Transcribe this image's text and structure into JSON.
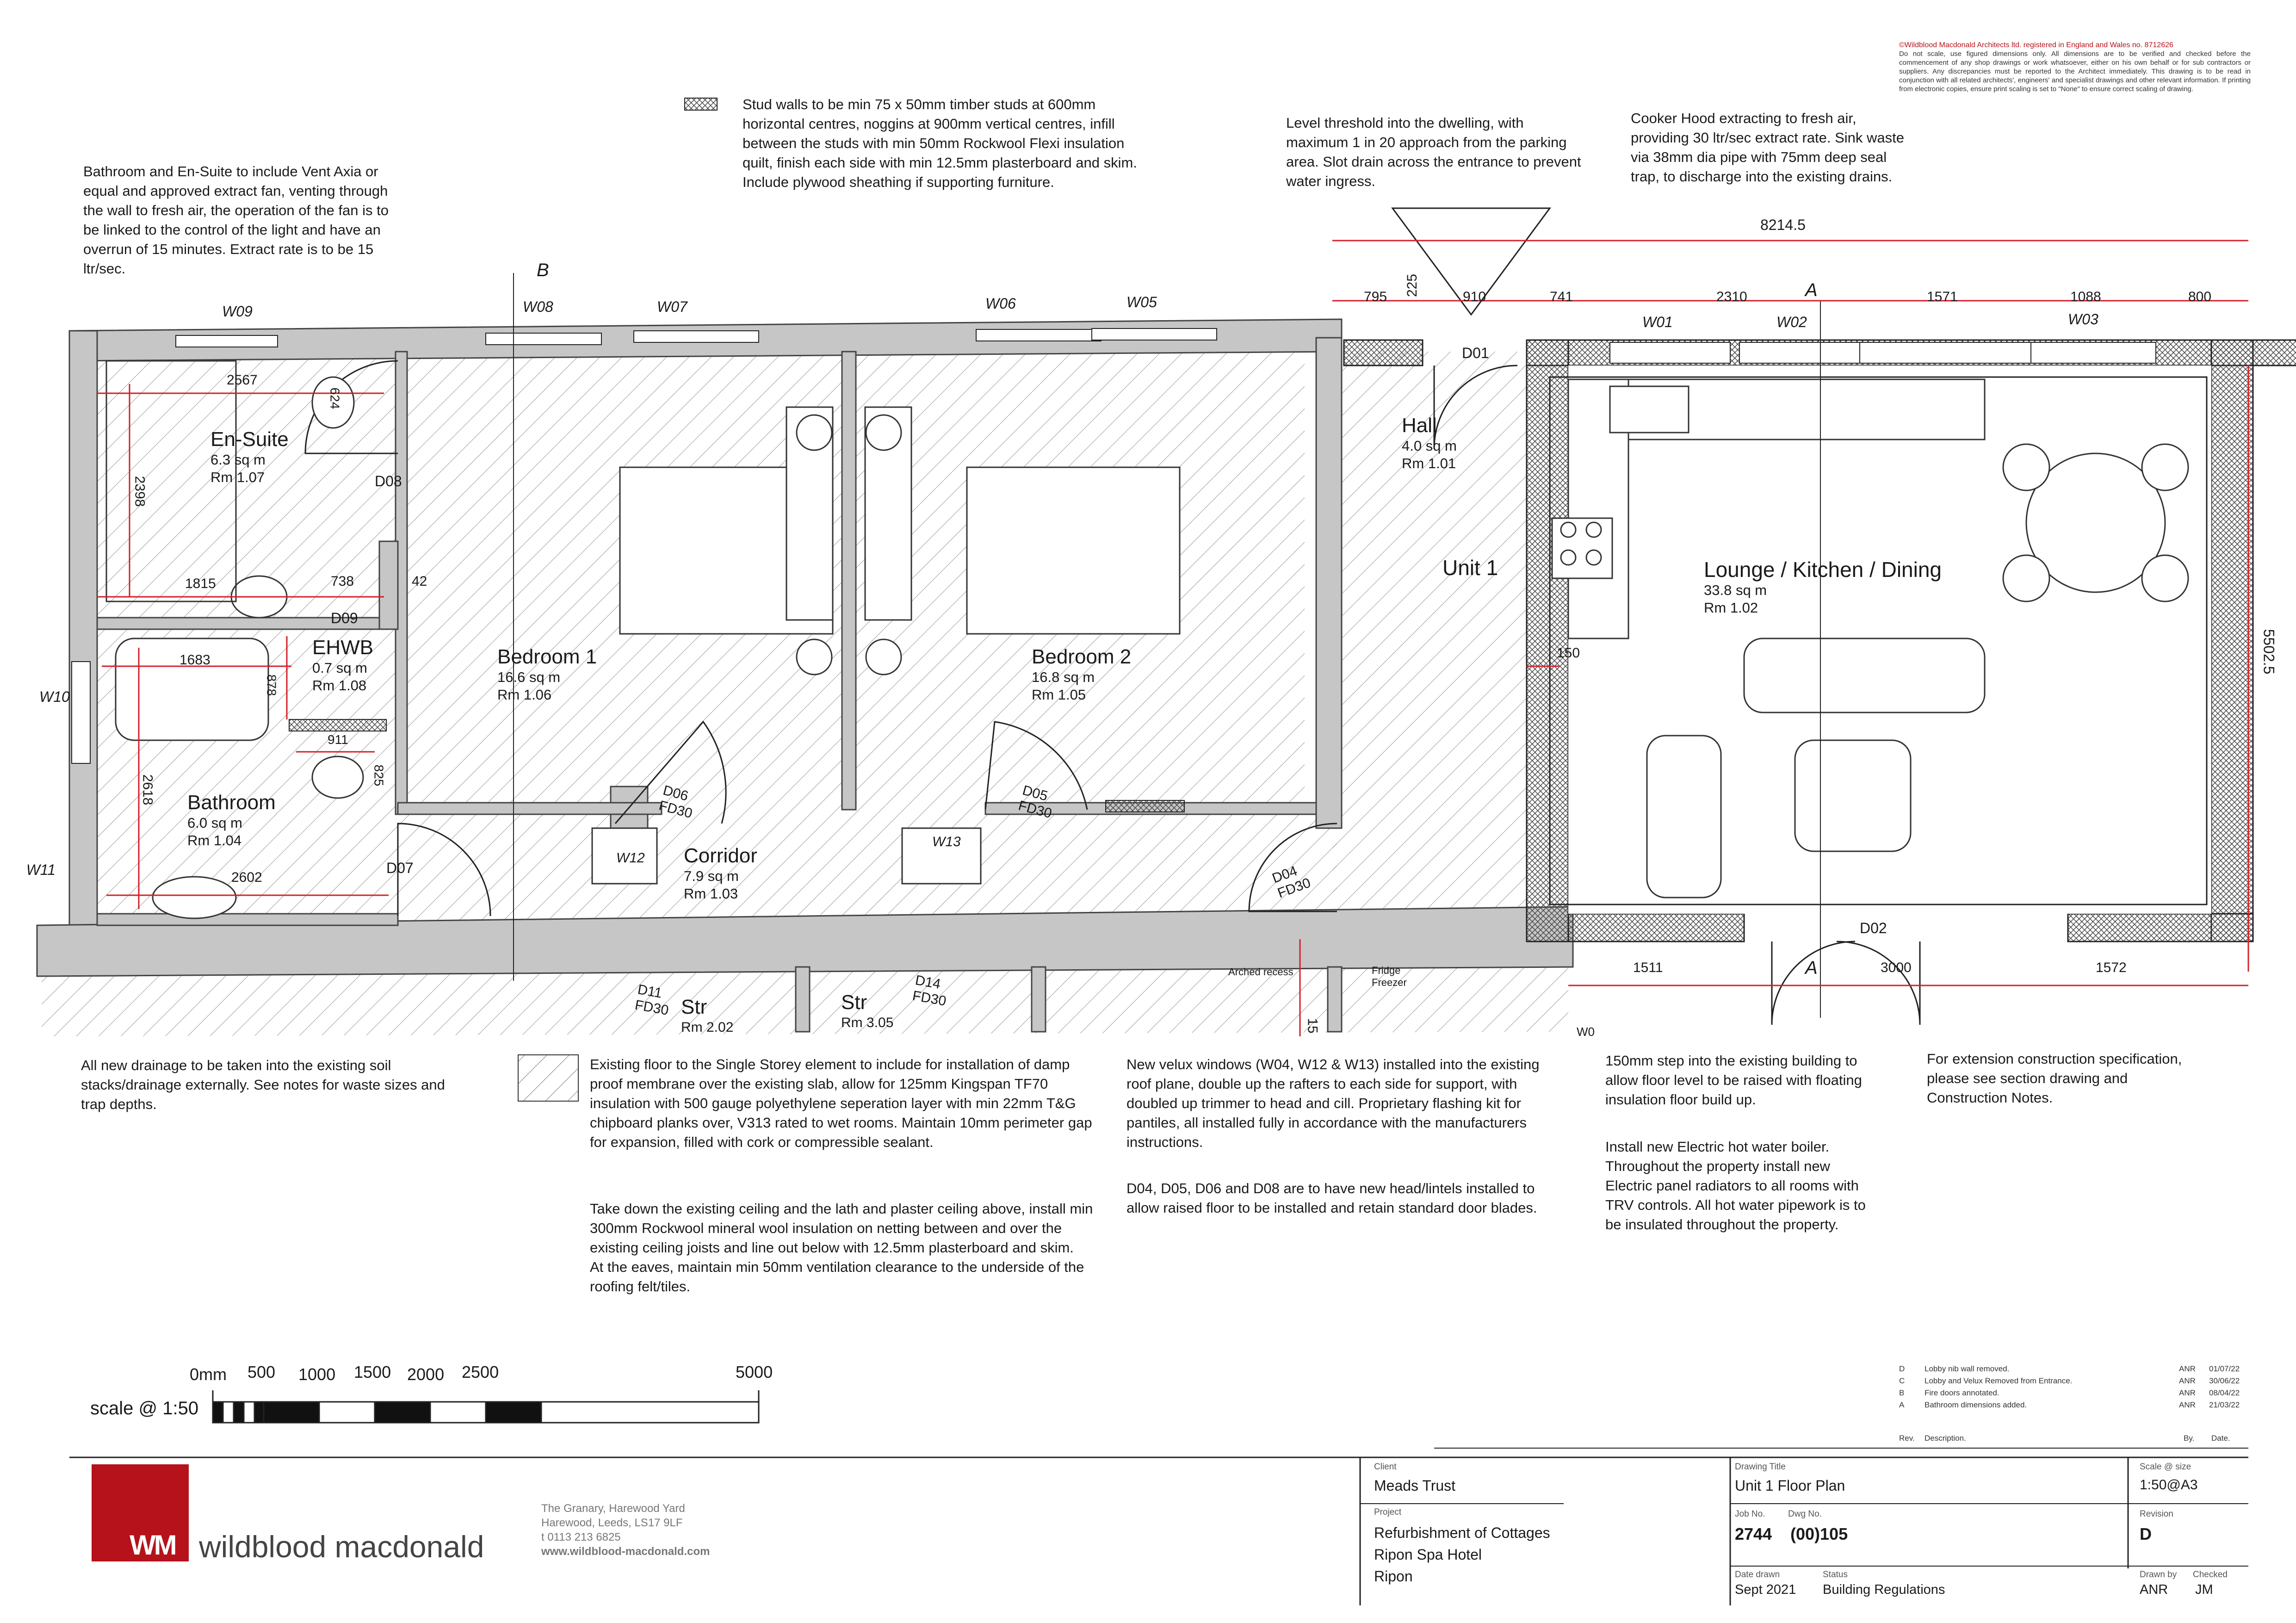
{
  "copyright": {
    "title": "©Wildblood Macdonald Architects ltd. registered in England and Wales no. 8712626",
    "body": "Do not scale, use figured dimensions only. All dimensions are to be verified and checked before the commencement of any shop drawings or work whatsoever, either on his own behalf or for sub contractors or suppliers. Any discrepancies must be reported to the Architect immediately. This drawing is to be read in conjunction with all related architects', engineers' and specialist drawings and other relevant information. If printing from electronic copies, ensure print scaling is set to \"None\" to ensure correct scaling of drawing."
  },
  "notes": {
    "bathroom_extract": "Bathroom and En-Suite to include Vent Axia or equal and approved extract fan, venting through the wall to fresh air, the operation of the fan is to be linked to the control of the light and have an overrun of 15 minutes. Extract rate is to be 15 ltr/sec.",
    "stud_walls": "Stud walls to be min 75 x 50mm timber studs at 600mm horizontal centres, noggins at 900mm vertical centres, infill between the studs with min 50mm Rockwool Flexi insulation quilt, finish each side with min 12.5mm plasterboard and skim.  Include plywood sheathing if supporting furniture.",
    "level_threshold": "Level threshold into the dwelling, with maximum 1 in 20 approach from the parking area.  Slot drain across the entrance to prevent water ingress.",
    "cooker_hood": "Cooker Hood extracting to fresh air, providing 30 ltr/sec extract rate. Sink waste via 38mm dia pipe with 75mm deep seal trap, to discharge into the existing drains.",
    "drainage": "All new drainage to be taken into the existing soil stacks/drainage externally. See notes for waste sizes and trap depths.",
    "floor": "Existing floor to the Single Storey element to include for installation of damp proof membrane over the existing slab, allow for 125mm Kingspan TF70 insulation with 500 gauge polyethylene seperation layer with min 22mm T&G chipboard planks over, V313 rated to wet rooms.  Maintain 10mm perimeter gap for expansion, filled with cork or compressible sealant.",
    "ceiling_1": "Take down the existing ceiling and the lath and plaster ceiling above, install min 300mm Rockwool mineral wool insulation on netting between and over the existing ceiling joists and line out below with 12.5mm plasterboard and skim.",
    "ceiling_2": "At the eaves, maintain min 50mm ventilation clearance to the underside of the roofing felt/tiles.",
    "velux": "New velux windows (W04, W12 & W13) installed into the existing roof plane, double up the rafters to each side for support, with doubled up trimmer to head and cill. Proprietary flashing kit for pantiles, all installed fully in accordance with the manufacturers instructions.",
    "doors": "D04, D05, D06 and D08 are to have new head/lintels installed to allow raised floor to be installed and retain standard door blades.",
    "step": "150mm step into the existing building to allow floor level to be raised with floating insulation floor build up.",
    "hot_water": "Install new Electric  hot water boiler. Throughout the property install new Electric panel radiators to all rooms with TRV controls. All hot water pipework is to be insulated throughout the property.",
    "extension": "For extension construction specification, please see section drawing and Construction Notes."
  },
  "rooms": [
    {
      "name": "En-Suite",
      "area": "6.3 sq m",
      "ref": "Rm 1.07"
    },
    {
      "name": "EHWB",
      "area": "0.7 sq m",
      "ref": "Rm 1.08"
    },
    {
      "name": "Bathroom",
      "area": "6.0 sq m",
      "ref": "Rm 1.04"
    },
    {
      "name": "Bedroom 1",
      "area": "16.6 sq m",
      "ref": "Rm 1.06"
    },
    {
      "name": "Bedroom 2",
      "area": "16.8 sq m",
      "ref": "Rm 1.05"
    },
    {
      "name": "Corridor",
      "area": "7.9 sq m",
      "ref": "Rm 1.03"
    },
    {
      "name": "Hall",
      "area": "4.0 sq m",
      "ref": "Rm 1.01"
    },
    {
      "name": "Lounge / Kitchen / Dining",
      "area": "33.8 sq m",
      "ref": "Rm 1.02"
    }
  ],
  "unit_label": "Unit 1",
  "store_labels": [
    {
      "name": "Str",
      "ref": "Rm 2.02"
    },
    {
      "name": "Str",
      "ref": "Rm 3.05"
    }
  ],
  "misc_labels": {
    "arched_recess": "Arched recess",
    "fridge_1": "Fridge",
    "fridge_2": "Freezer",
    "w_partial": "W0"
  },
  "windows": [
    "W09",
    "W08",
    "W07",
    "W06",
    "W05",
    "W01",
    "W02",
    "W03",
    "W10",
    "W11",
    "W12",
    "W13"
  ],
  "doors": {
    "d01": "D01",
    "d02": "D02",
    "d04": "D04",
    "d04fd": "FD30",
    "d05": "D05",
    "d05fd": "FD30",
    "d06": "D06",
    "d06fd": "FD30",
    "d07": "D07",
    "d08": "D08",
    "d09": "D09",
    "d11": "D11",
    "d11fd": "FD30",
    "d14": "D14",
    "d14fd": "FD30"
  },
  "sections": {
    "a_top": "A",
    "a_bottom": "A",
    "b": "B"
  },
  "dimensions": {
    "overall": "8214.5",
    "top": [
      "795",
      "910",
      "741",
      "2310",
      "1571",
      "1088",
      "800"
    ],
    "dim_225": "225",
    "bottom": [
      "1511",
      "3000",
      "1572"
    ],
    "right": "5502.5",
    "dim_150": "150",
    "dim_15": "15",
    "ensuite": [
      "2567",
      "624",
      "2398",
      "1815",
      "738",
      "42"
    ],
    "ehwb": [
      "1683",
      "878",
      "911",
      "825"
    ],
    "bathroom": [
      "2618",
      "2602"
    ]
  },
  "scale_bar": {
    "labels": [
      "0mm",
      "500",
      "1000",
      "1500",
      "2000",
      "2500",
      "5000"
    ],
    "caption": "scale @ 1:50"
  },
  "revisions": {
    "rows": [
      {
        "rev": "D",
        "desc": "Lobby nib wall removed.",
        "by": "ANR",
        "date": "01/07/22"
      },
      {
        "rev": "C",
        "desc": "Lobby and Velux Removed from Entrance.",
        "by": "ANR",
        "date": "30/06/22"
      },
      {
        "rev": "B",
        "desc": "Fire doors annotated.",
        "by": "ANR",
        "date": "08/04/22"
      },
      {
        "rev": "A",
        "desc": "Bathroom dimensions added.",
        "by": "ANR",
        "date": "21/03/22"
      }
    ],
    "header_rev": "Rev.",
    "header_desc": "Description.",
    "header_by": "By.",
    "header_date": "Date."
  },
  "title_block": {
    "logo_mark": "WM",
    "logo_name": "wildblood macdonald",
    "address": [
      "The Granary, Harewood Yard",
      "Harewood, Leeds, LS17 9LF",
      "t 0113 213 6825",
      "www.wildblood-macdonald.com"
    ],
    "client_label": "Client",
    "client": "Meads Trust",
    "project_label": "Project",
    "project": [
      "Refurbishment of Cottages",
      "Ripon Spa Hotel",
      "Ripon"
    ],
    "drawing_title_label": "Drawing Title",
    "drawing_title": "Unit 1 Floor Plan",
    "scale_label": "Scale @ size",
    "scale": "1:50@A3",
    "job_label": "Job No.",
    "job": "2744",
    "dwg_label": "Dwg No.",
    "dwg": "(00)105",
    "revision_label": "Revision",
    "revision": "D",
    "date_label": "Date drawn",
    "date": "Sept 2021",
    "status_label": "Status",
    "status": "Building Regulations",
    "drawn_label": "Drawn by",
    "drawn": "ANR",
    "checked_label": "Checked",
    "checked": "JM"
  },
  "colors": {
    "wall": "#c6c6c6",
    "dimension": "#d4202a",
    "brand": "#b5121b",
    "hatch": "#666666"
  }
}
